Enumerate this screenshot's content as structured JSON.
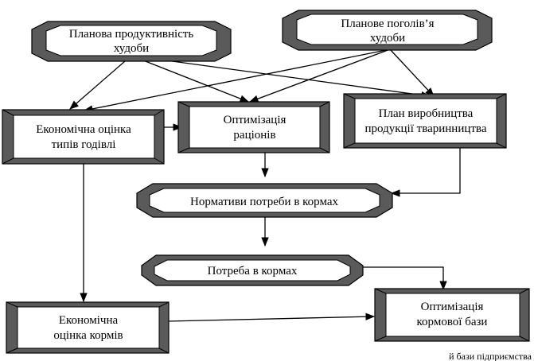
{
  "diagram": {
    "nodes": {
      "planned_productivity": {
        "lines": [
          "Планова продуктивність",
          "худоби"
        ]
      },
      "planned_livestock": {
        "lines": [
          "Планове поголів’я",
          "худоби"
        ]
      },
      "feeding_types_eval": {
        "lines": [
          "Економічна оцінка",
          "типів годівлі"
        ]
      },
      "ration_optimization": {
        "lines": [
          "Оптимізація",
          "раціонів"
        ]
      },
      "production_plan": {
        "lines": [
          "План виробництва",
          "продукції тваринництва"
        ]
      },
      "feed_norms": {
        "lines": [
          "Нормативи потреби в кормах"
        ]
      },
      "feed_need": {
        "lines": [
          "Потреба в кормах"
        ]
      },
      "feed_eval": {
        "lines": [
          "Економічна",
          "оцінка кормів"
        ]
      },
      "feed_base_optimization": {
        "lines": [
          "Оптимізація",
          "кормової бази"
        ]
      }
    },
    "footer_fragment": "й бази підприємства",
    "colors": {
      "ink": "#000000",
      "shade": "#5a5a5a",
      "face": "#ffffff"
    }
  }
}
